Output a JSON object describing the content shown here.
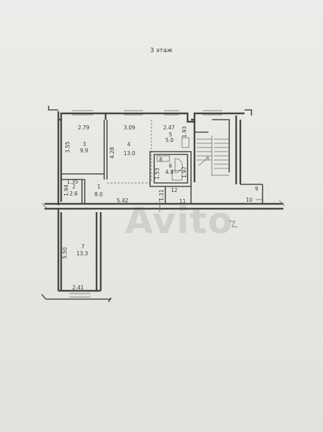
{
  "plan": {
    "floor_label": "3 этаж",
    "watermark": "Avito",
    "rooms": [
      {
        "no": "1",
        "area": "8.0"
      },
      {
        "no": "2",
        "area": "2.6"
      },
      {
        "no": "3",
        "area": "9.9"
      },
      {
        "no": "4",
        "area": "13.0"
      },
      {
        "no": "5",
        "area": "5.0"
      },
      {
        "no": "6",
        "area": "4.8"
      },
      {
        "no": "7",
        "area": "13.3"
      },
      {
        "no": "8",
        "area": ""
      },
      {
        "no": "9",
        "area": ""
      },
      {
        "no": "10",
        "area": ""
      },
      {
        "no": "11",
        "area": ""
      },
      {
        "no": "12",
        "area": ""
      }
    ],
    "dimensions": {
      "d279": "2.79",
      "d309": "3.09",
      "d247": "2.47",
      "d193": "1.93",
      "d355": "3.55",
      "d428": "4.28",
      "d135": "1.35",
      "d194": "1.94",
      "d153": "1.53",
      "d197": "1.97",
      "d542": "5.42",
      "d131": "1.31",
      "d550": "5.50",
      "d241": "2.41"
    }
  }
}
